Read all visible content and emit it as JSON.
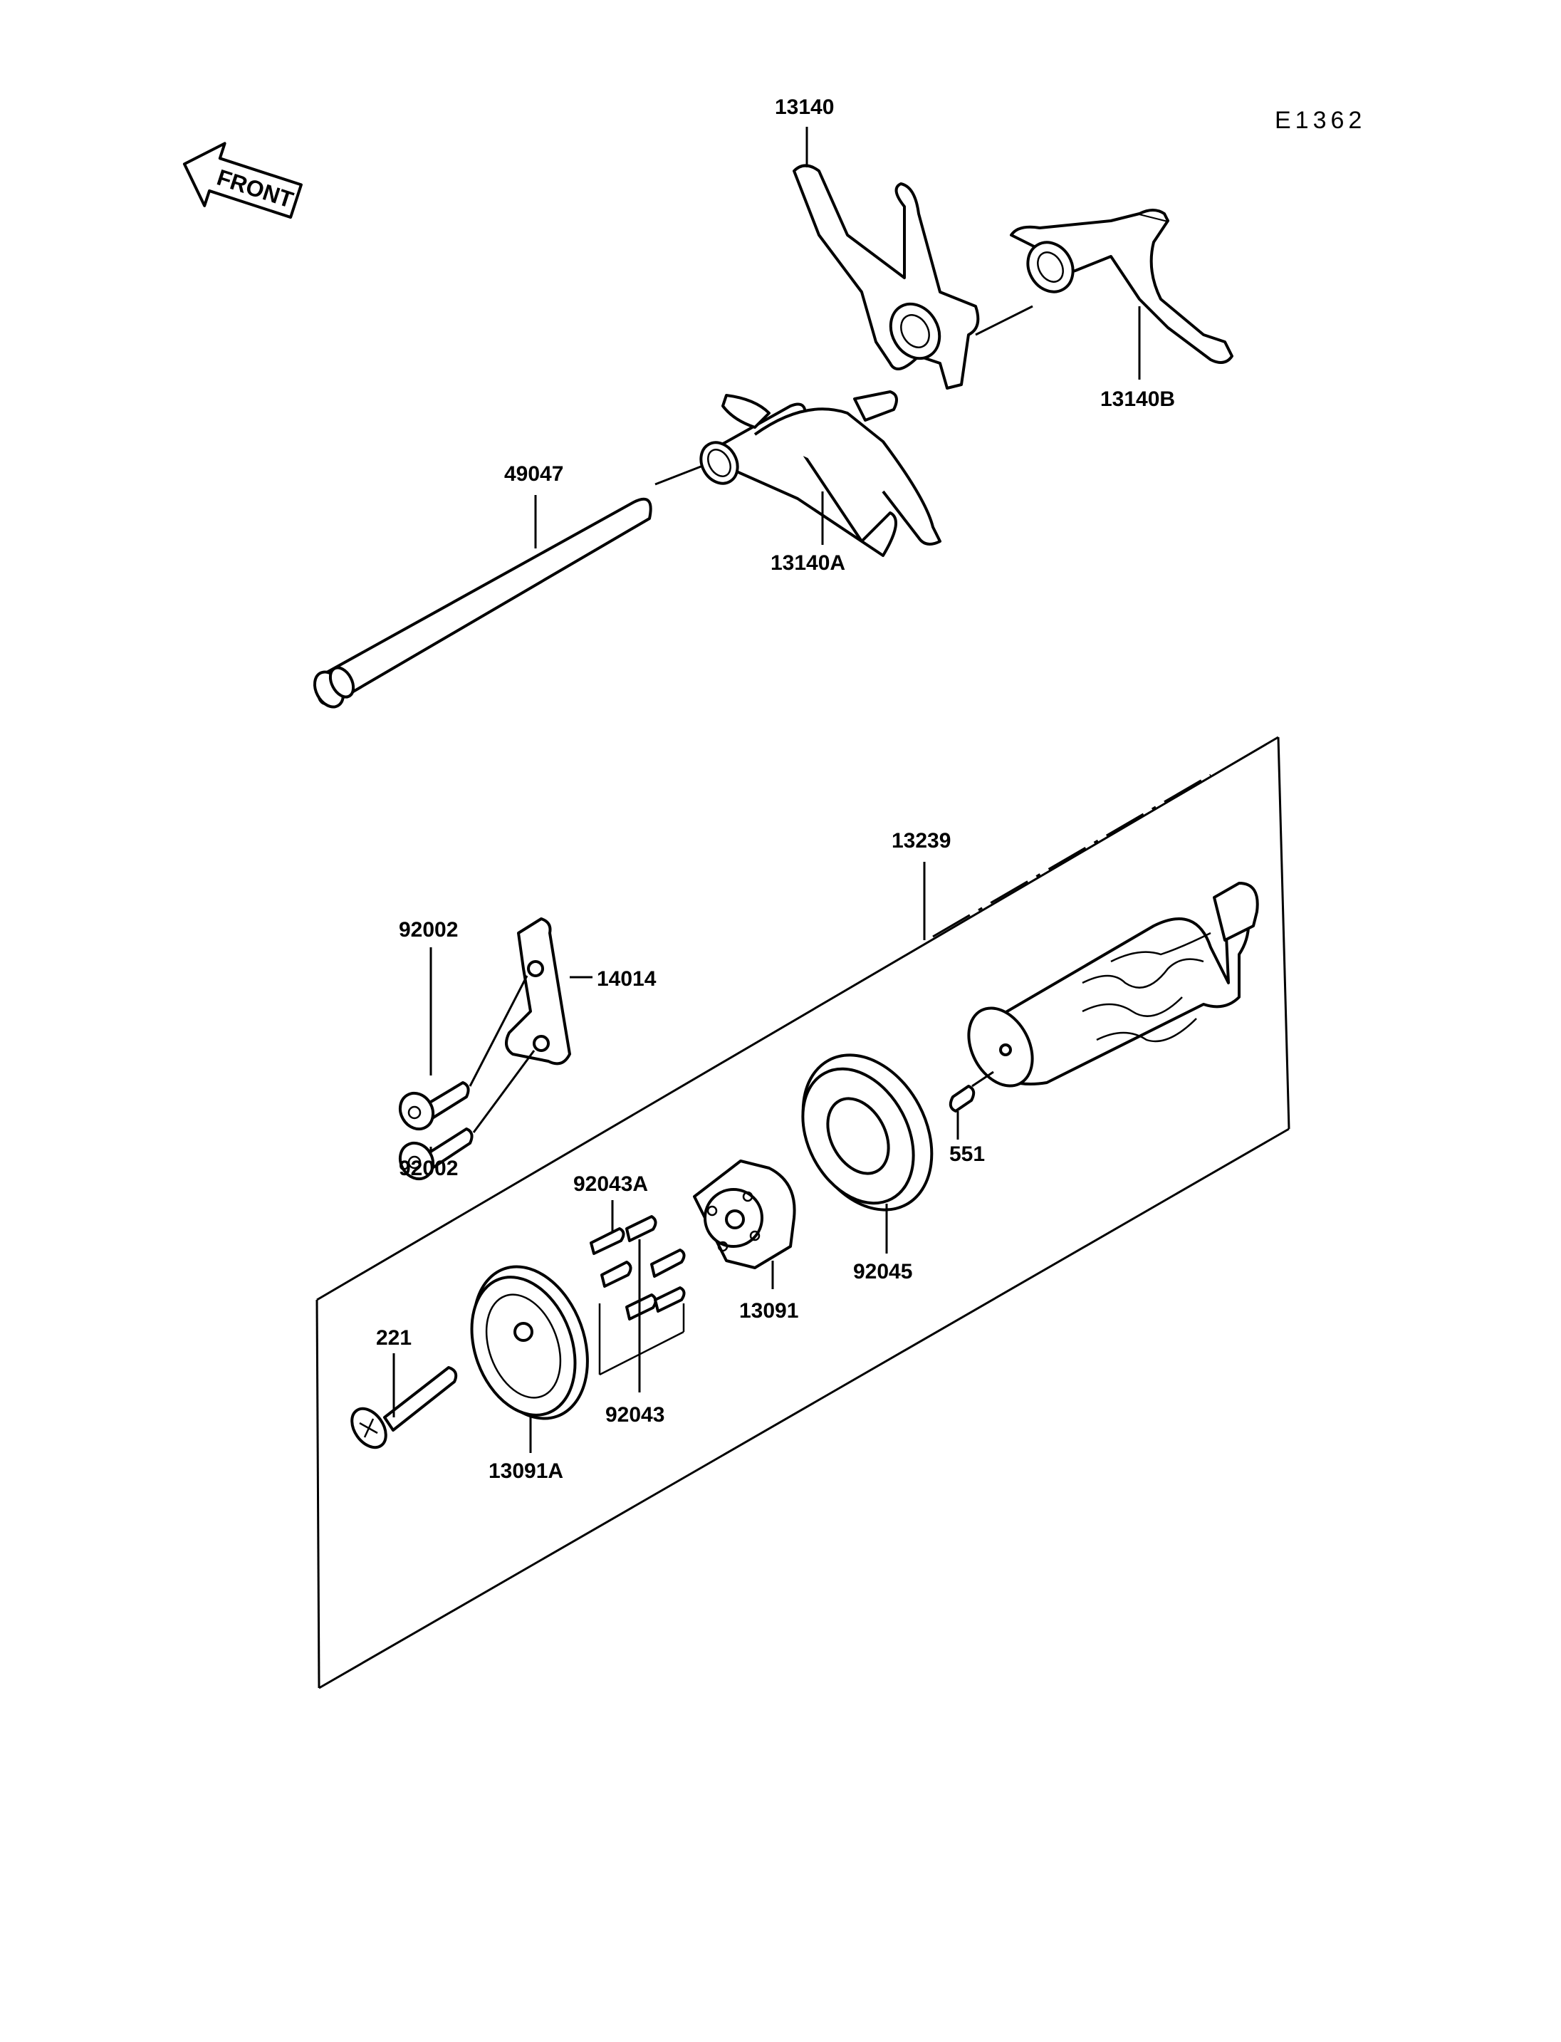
{
  "diagram": {
    "code": "E1362",
    "front_label": "FRONT",
    "labels": {
      "p13140": "13140",
      "p13140A": "13140A",
      "p13140B": "13140B",
      "p49047": "49047",
      "p13239": "13239",
      "p92002_top": "92002",
      "p92002_bottom": "92002",
      "p14014": "14014",
      "p551": "551",
      "p92045": "92045",
      "p92043A": "92043A",
      "p92043": "92043",
      "p13091": "13091",
      "p13091A": "13091A",
      "p221": "221"
    }
  }
}
